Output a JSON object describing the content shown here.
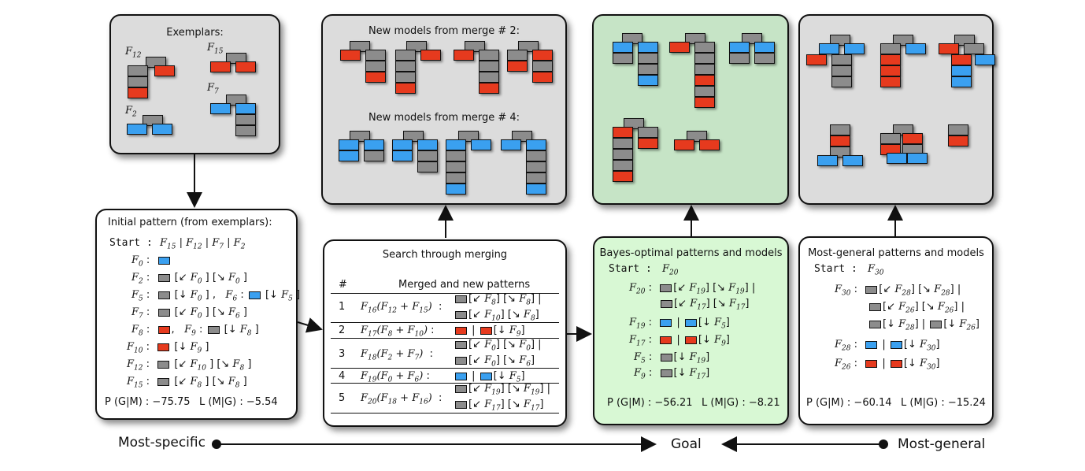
{
  "exemplars_panel": {
    "title": "Exemplars:",
    "labels": [
      "F12",
      "F15",
      "F7",
      "F2"
    ]
  },
  "merge_panel": {
    "title_merge2": "New models from merge # 2:",
    "title_merge4": "New models from merge # 4:"
  },
  "initial_panel": {
    "title": "Initial pattern (from exemplars):",
    "start_label": "Start",
    "start_value": "F15 | F12 | F7 | F2",
    "score_p": "P (G|M) : −75.75",
    "score_l": "L (M|G) : −5.54"
  },
  "search_panel": {
    "title": "Search through merging",
    "col_num": "#",
    "col_header": "Merged and new patterns",
    "rows": [
      "1",
      "2",
      "3",
      "4",
      "5"
    ]
  },
  "bayes_panel": {
    "title": "Bayes-optimal patterns and models",
    "start_label": "Start",
    "start_value": "F20",
    "score_p": "P (G|M) : −56.21",
    "score_l": "L (M|G) : −8.21"
  },
  "general_panel": {
    "title": "Most-general patterns and models",
    "start_label": "Start",
    "start_value": "F30",
    "score_p": "P (G|M) : −60.14",
    "score_l": "L (M|G) : −15.24"
  },
  "axis": {
    "left": "Most-specific",
    "center": "Goal",
    "right": "Most-general"
  },
  "colors": {
    "gray": "#8c8c8c",
    "red": "#e63a1e",
    "blue": "#3aa0f0",
    "green_panel": "#c6e4c6",
    "light_green_panel": "#d8f8d4"
  }
}
